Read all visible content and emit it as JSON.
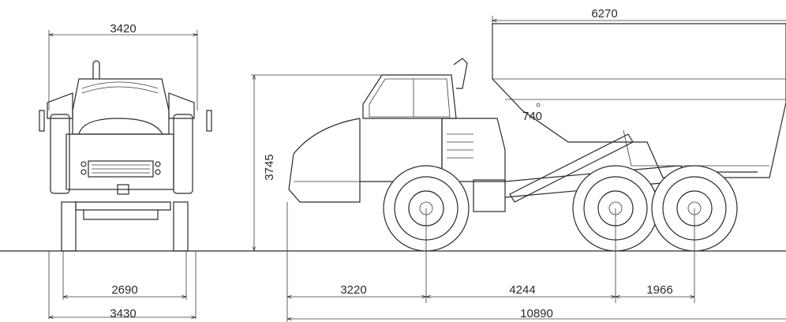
{
  "dimensions": {
    "front_overall_width_top": "3420",
    "front_track_width": "2690",
    "front_overall_width_bottom": "3430",
    "overall_height": "3745",
    "body_length": "6270",
    "body_callout": "740",
    "front_overhang": "3220",
    "front_to_middle_axle": "4244",
    "middle_to_rear_axle": "1966",
    "overall_length": "10890"
  },
  "colors": {
    "line": "#2a2a2a",
    "background": "#ffffff"
  }
}
